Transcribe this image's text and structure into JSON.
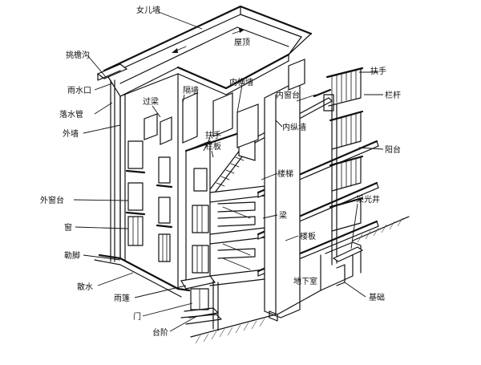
{
  "labels": {
    "parapet": "女儿墙",
    "gutter": "挑檐沟",
    "rain_outlet": "雨水口",
    "downpipe": "落水管",
    "exterior_wall": "外墙",
    "window_sill": "外窗台",
    "window": "窗",
    "plinth": "勒脚",
    "apron": "散水",
    "canopy": "雨篷",
    "door": "门",
    "steps": "台阶",
    "roof": "屋顶",
    "partition": "隔墙",
    "lintel": "过梁",
    "inner_cross_wall": "内横墙",
    "inner_sill": "内窗台",
    "handrail_top": "扶手",
    "railing": "栏杆",
    "inner_long_wall": "内纵墙",
    "stair_handrail": "扶手",
    "balustrade": "栏板",
    "balcony": "阳台",
    "stair": "楼梯",
    "beam": "梁",
    "floor_slab": "楼板",
    "light_well": "采光井",
    "basement": "地下室",
    "foundation": "基础"
  }
}
